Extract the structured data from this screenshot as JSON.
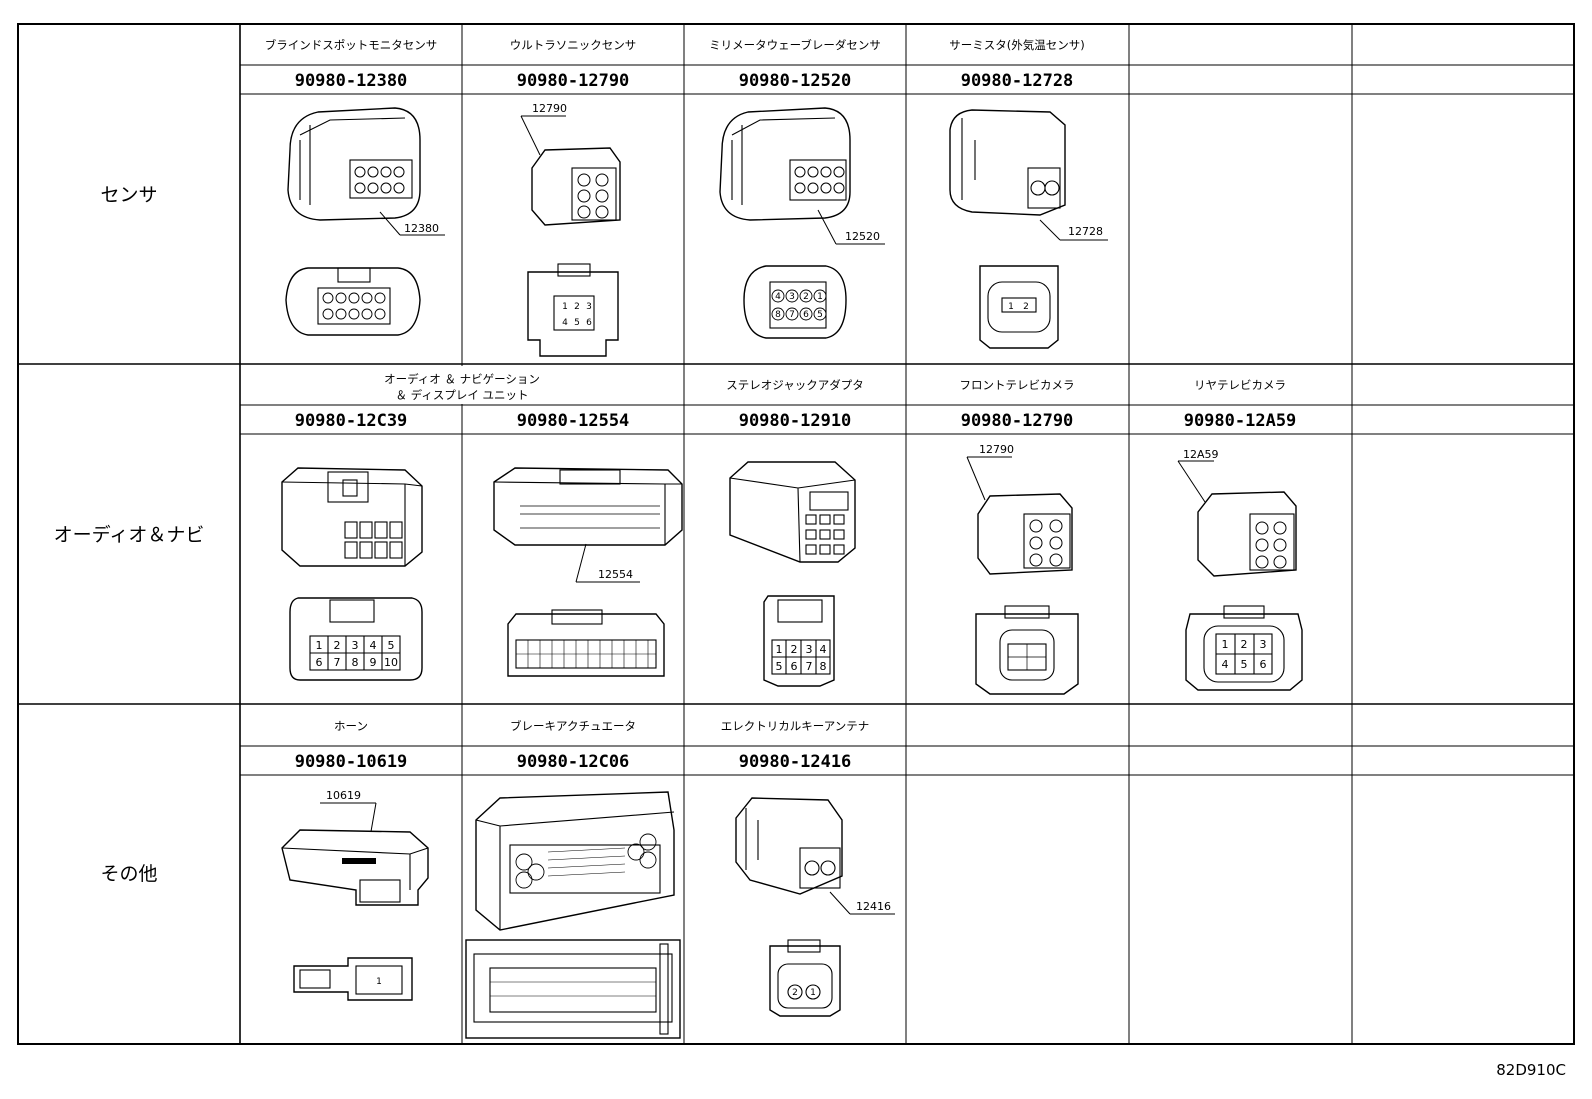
{
  "sections": [
    {
      "category": "センサ",
      "headers": [
        "ブラインドスポットモニタセンサ",
        "ウルトラソニックセンサ",
        "ミリメータウェーブレーダセンサ",
        "サーミスタ(外気温センサ)",
        "",
        ""
      ],
      "part_numbers": [
        "90980-12380",
        "90980-12790",
        "90980-12520",
        "90980-12728",
        "",
        ""
      ],
      "callouts": [
        "12380",
        "12790",
        "12520",
        "12728"
      ]
    },
    {
      "category": "オーディオ＆ナビ",
      "headers": [
        "オーディオ ＆ ナビゲーション",
        "＆ ディスプレイ ユニット",
        "ステレオジャックアダプタ",
        "フロントテレビカメラ",
        "リヤテレビカメラ",
        ""
      ],
      "part_numbers": [
        "90980-12C39",
        "90980-12554",
        "90980-12910",
        "90980-12790",
        "90980-12A59",
        ""
      ],
      "callouts": [
        "12554",
        "12790",
        "12A59"
      ]
    },
    {
      "category": "その他",
      "headers": [
        "ホーン",
        "ブレーキアクチュエータ",
        "エレクトリカルキーアンテナ",
        "",
        "",
        ""
      ],
      "part_numbers": [
        "90980-10619",
        "90980-12C06",
        "90980-12416",
        "",
        "",
        ""
      ],
      "callouts": [
        "10619",
        "12416"
      ]
    }
  ],
  "pins": {
    "p12790": [
      "1",
      "2",
      "3",
      "4",
      "5",
      "6"
    ],
    "p12520": [
      "4",
      "3",
      "2",
      "1",
      "8",
      "7",
      "6",
      "5"
    ],
    "p12728": [
      "1",
      "2"
    ],
    "p12c39_top": [
      "1",
      "2",
      "3",
      "4",
      "5"
    ],
    "p12c39_bot": [
      "6",
      "7",
      "8",
      "9",
      "10"
    ],
    "p12910_top": [
      "1",
      "2",
      "3",
      "4"
    ],
    "p12910_bot": [
      "5",
      "6",
      "7",
      "8"
    ],
    "p12a59_top": [
      "1",
      "2",
      "3"
    ],
    "p12a59_bot": [
      "4",
      "5",
      "6"
    ],
    "p10619": [
      "1"
    ],
    "p12416": [
      "2",
      "1"
    ]
  },
  "diagram_code": "82D910C"
}
